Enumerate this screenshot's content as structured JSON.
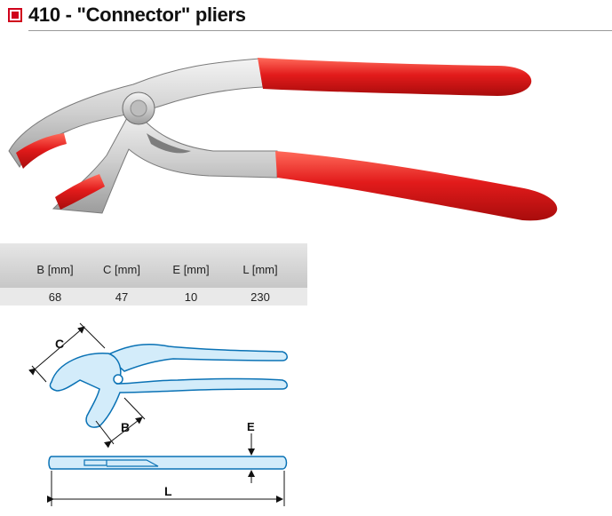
{
  "header": {
    "title": "410 - \"Connector\" pliers"
  },
  "spec_table": {
    "headers": [
      "B [mm]",
      "C [mm]",
      "E [mm]",
      "L [mm]"
    ],
    "values": [
      "68",
      "47",
      "10",
      "230"
    ]
  },
  "diagram": {
    "labels": {
      "c": "C",
      "b": "B",
      "e": "E",
      "l": "L"
    }
  },
  "colors": {
    "accent": "#d0021b",
    "handle": "#e21b1b",
    "diagram_line": "#0a72b5",
    "diagram_fill": "#d3ecfa"
  }
}
